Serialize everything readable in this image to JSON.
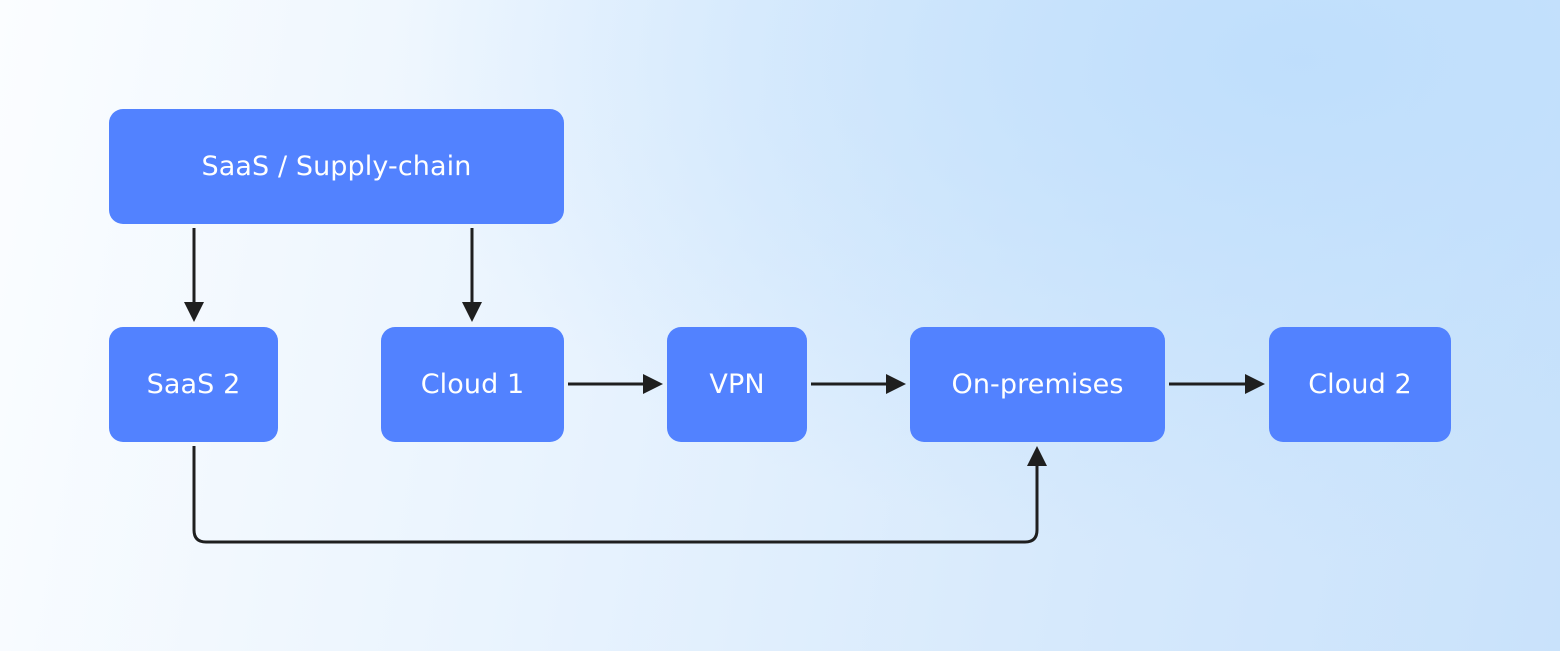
{
  "diagram": {
    "nodes": {
      "saas_supply_chain": "SaaS / Supply-chain",
      "saas_2": "SaaS 2",
      "cloud_1": "Cloud 1",
      "vpn": "VPN",
      "on_premises": "On-premises",
      "cloud_2": "Cloud 2"
    },
    "edges": [
      {
        "from": "SaaS / Supply-chain",
        "to": "SaaS 2"
      },
      {
        "from": "SaaS / Supply-chain",
        "to": "Cloud 1"
      },
      {
        "from": "Cloud 1",
        "to": "VPN"
      },
      {
        "from": "VPN",
        "to": "On-premises"
      },
      {
        "from": "On-premises",
        "to": "Cloud 2"
      },
      {
        "from": "SaaS 2",
        "to": "On-premises"
      }
    ],
    "colors": {
      "node_fill": "#5282ff",
      "node_text": "#ffffff",
      "connector": "#1f1f1f"
    }
  }
}
